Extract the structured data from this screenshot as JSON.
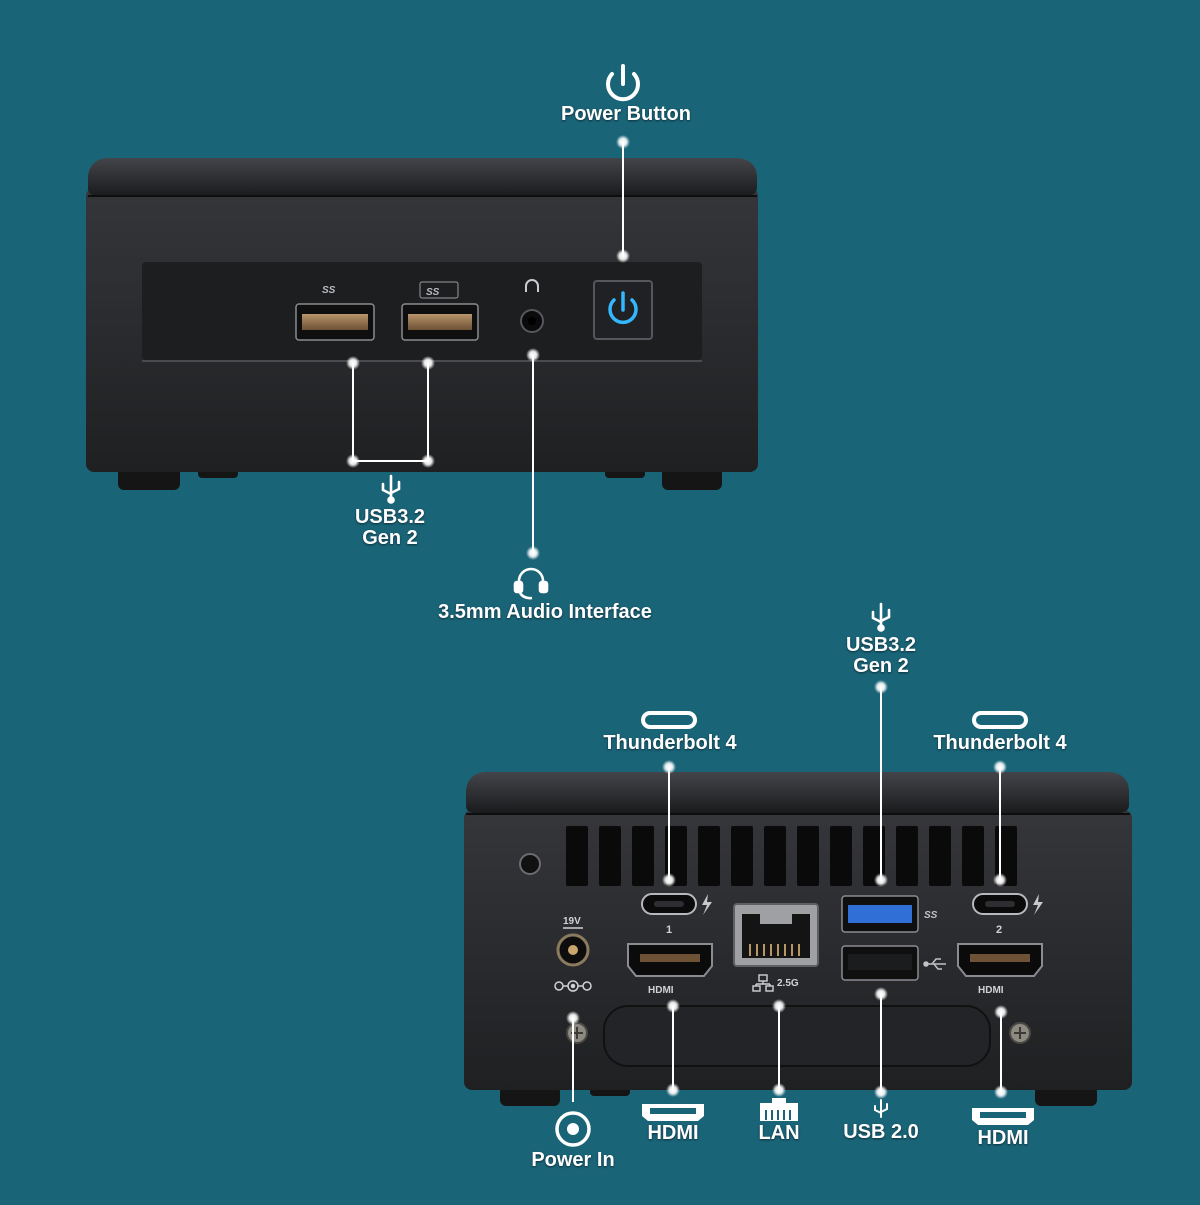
{
  "colors": {
    "background": "#1a6478",
    "device_body": "#2b2c2f",
    "callout": "#ffffff",
    "power_led": "#33b8ff",
    "usb3_blue": "#2f6fd6"
  },
  "front_view": {
    "labels": {
      "power_button": "Power Button",
      "usb_line1": "USB3.2",
      "usb_line2": "Gen 2",
      "audio": "3.5mm Audio Interface"
    },
    "port_markings": {
      "ss_logo": "SS"
    }
  },
  "rear_view": {
    "labels": {
      "tb_left": "Thunderbolt 4",
      "tb_right": "Thunderbolt 4",
      "usb_line1": "USB3.2",
      "usb_line2": "Gen 2",
      "power_in": "Power In",
      "hdmi_left": "HDMI",
      "lan": "LAN",
      "usb2": "USB 2.0",
      "hdmi_right": "HDMI"
    },
    "port_markings": {
      "tb_num_1": "1",
      "tb_num_2": "2",
      "voltage": "19V",
      "lan_speed": "2.5G",
      "hdmi_logo": "HDMI",
      "ss_logo": "SS"
    }
  },
  "icons": [
    "power-icon",
    "usb-icon",
    "headset-icon",
    "usb-c-icon",
    "dc-jack-icon",
    "hdmi-icon",
    "ethernet-icon"
  ]
}
